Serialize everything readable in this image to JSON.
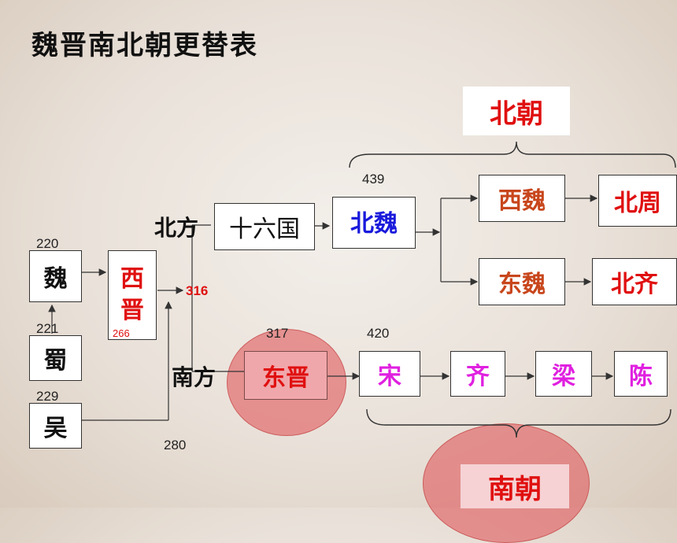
{
  "title": "魏晋南北朝更替表",
  "groups": {
    "north": "北朝",
    "south": "南朝"
  },
  "regions": {
    "north": "北方",
    "south": "南方"
  },
  "states": {
    "wei": "魏",
    "shu": "蜀",
    "wu": "吴",
    "xijin_1": "西",
    "xijin_2": "晋",
    "shiliuguo": "十六国",
    "beiwei": "北魏",
    "xiwei": "西魏",
    "beizhou": "北周",
    "dongwei": "东魏",
    "beiqi": "北齐",
    "dongjin": "东晋",
    "song": "宋",
    "qi": "齐",
    "liang": "梁",
    "chen": "陈"
  },
  "years": {
    "wei": "220",
    "shu": "221",
    "wu": "229",
    "xijin": "266",
    "xijin_end": "316",
    "wu_end": "280",
    "dongjin": "317",
    "beiwei": "439",
    "song": "420"
  },
  "colors": {
    "black": "#111111",
    "red": "#e01010",
    "blue": "#1a1adc",
    "brown": "#c8461c",
    "magenta": "#e020e0"
  }
}
